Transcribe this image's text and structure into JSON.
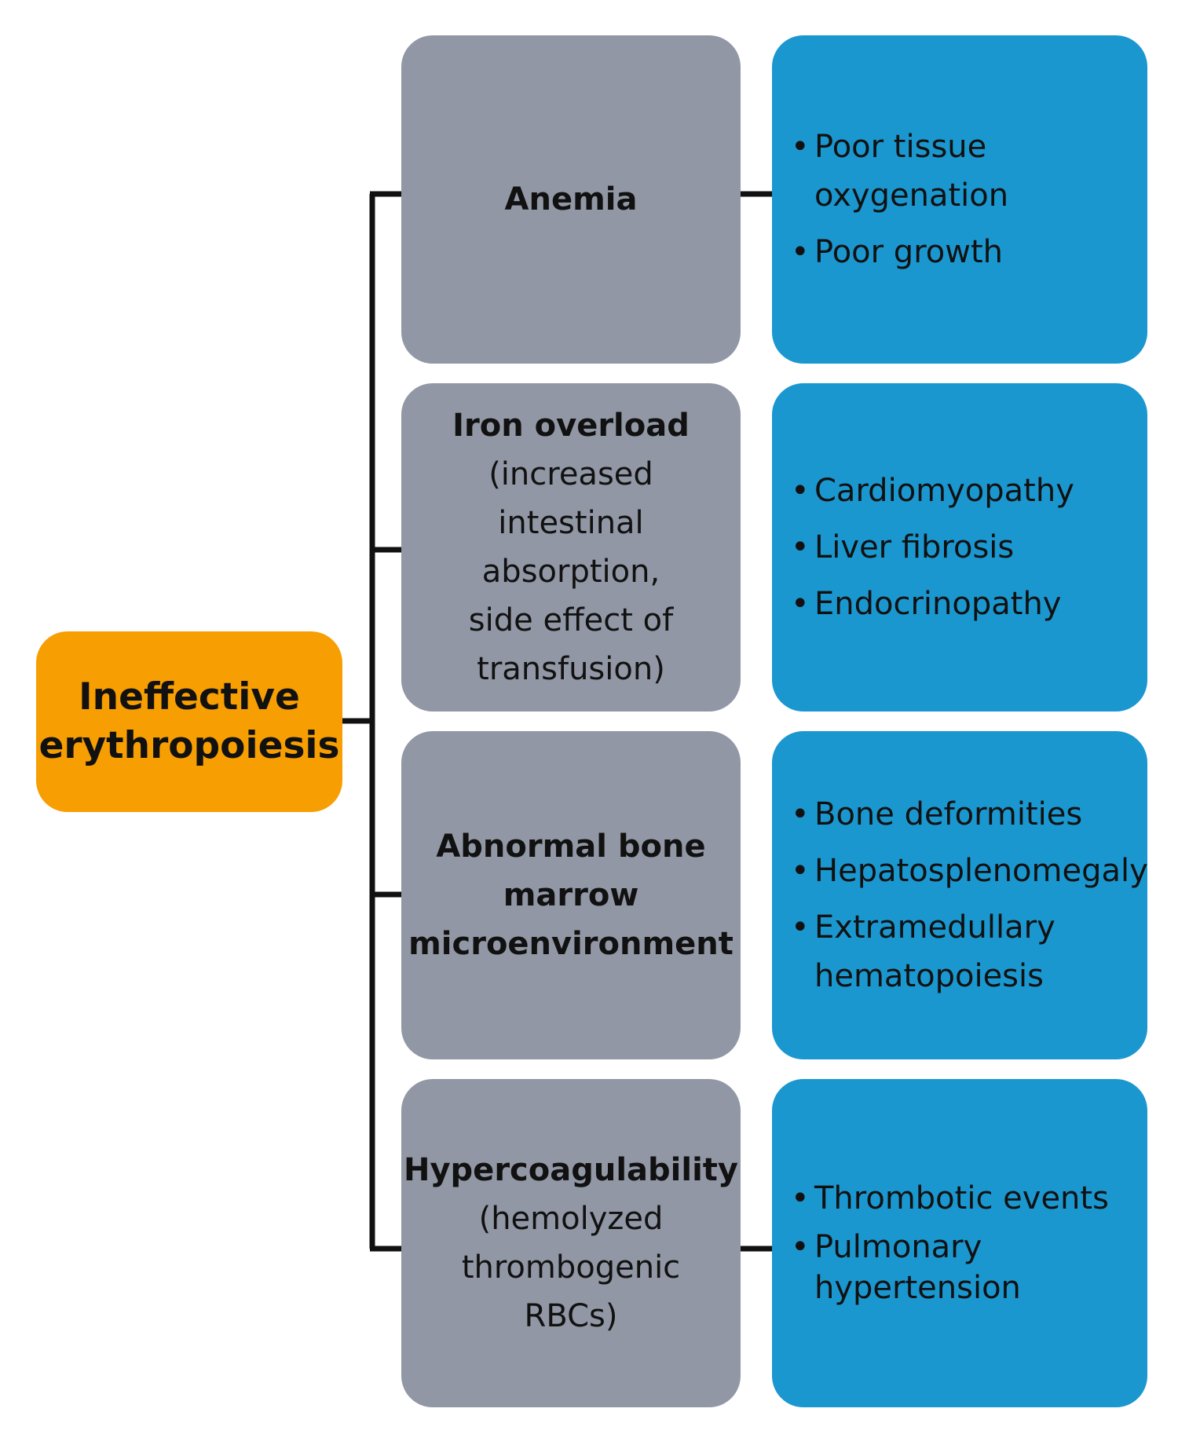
{
  "root": {
    "label": "Ineffective\nerythropoiesis"
  },
  "causes": [
    {
      "title": "Anemia",
      "subtitle": "",
      "effects": [
        "Poor tissue\noxygenation",
        "Poor growth"
      ]
    },
    {
      "title": "Iron overload",
      "subtitle": "(increased\nintestinal\nabsorption,\nside effect of\ntransfusion)",
      "effects": [
        "Cardiomyopathy",
        "Liver fibrosis",
        "Endocrinopathy"
      ]
    },
    {
      "title": "Abnormal bone\nmarrow\nmicroenvironment",
      "subtitle": "",
      "effects": [
        "Bone deformities",
        "Hepatosplenomegaly",
        "Extramedullary\nhematopoiesis"
      ]
    },
    {
      "title": "Hypercoagulability",
      "subtitle": "(hemolyzed\nthrombogenic\nRBCs)",
      "effects": [
        "Thrombotic events",
        "Pulmonary\nhypertension"
      ]
    }
  ],
  "colors": {
    "root_fill": "#f79e02",
    "cause_fill": "#9197a4",
    "effect_fill": "#1b97d0",
    "connector": "#111111"
  }
}
